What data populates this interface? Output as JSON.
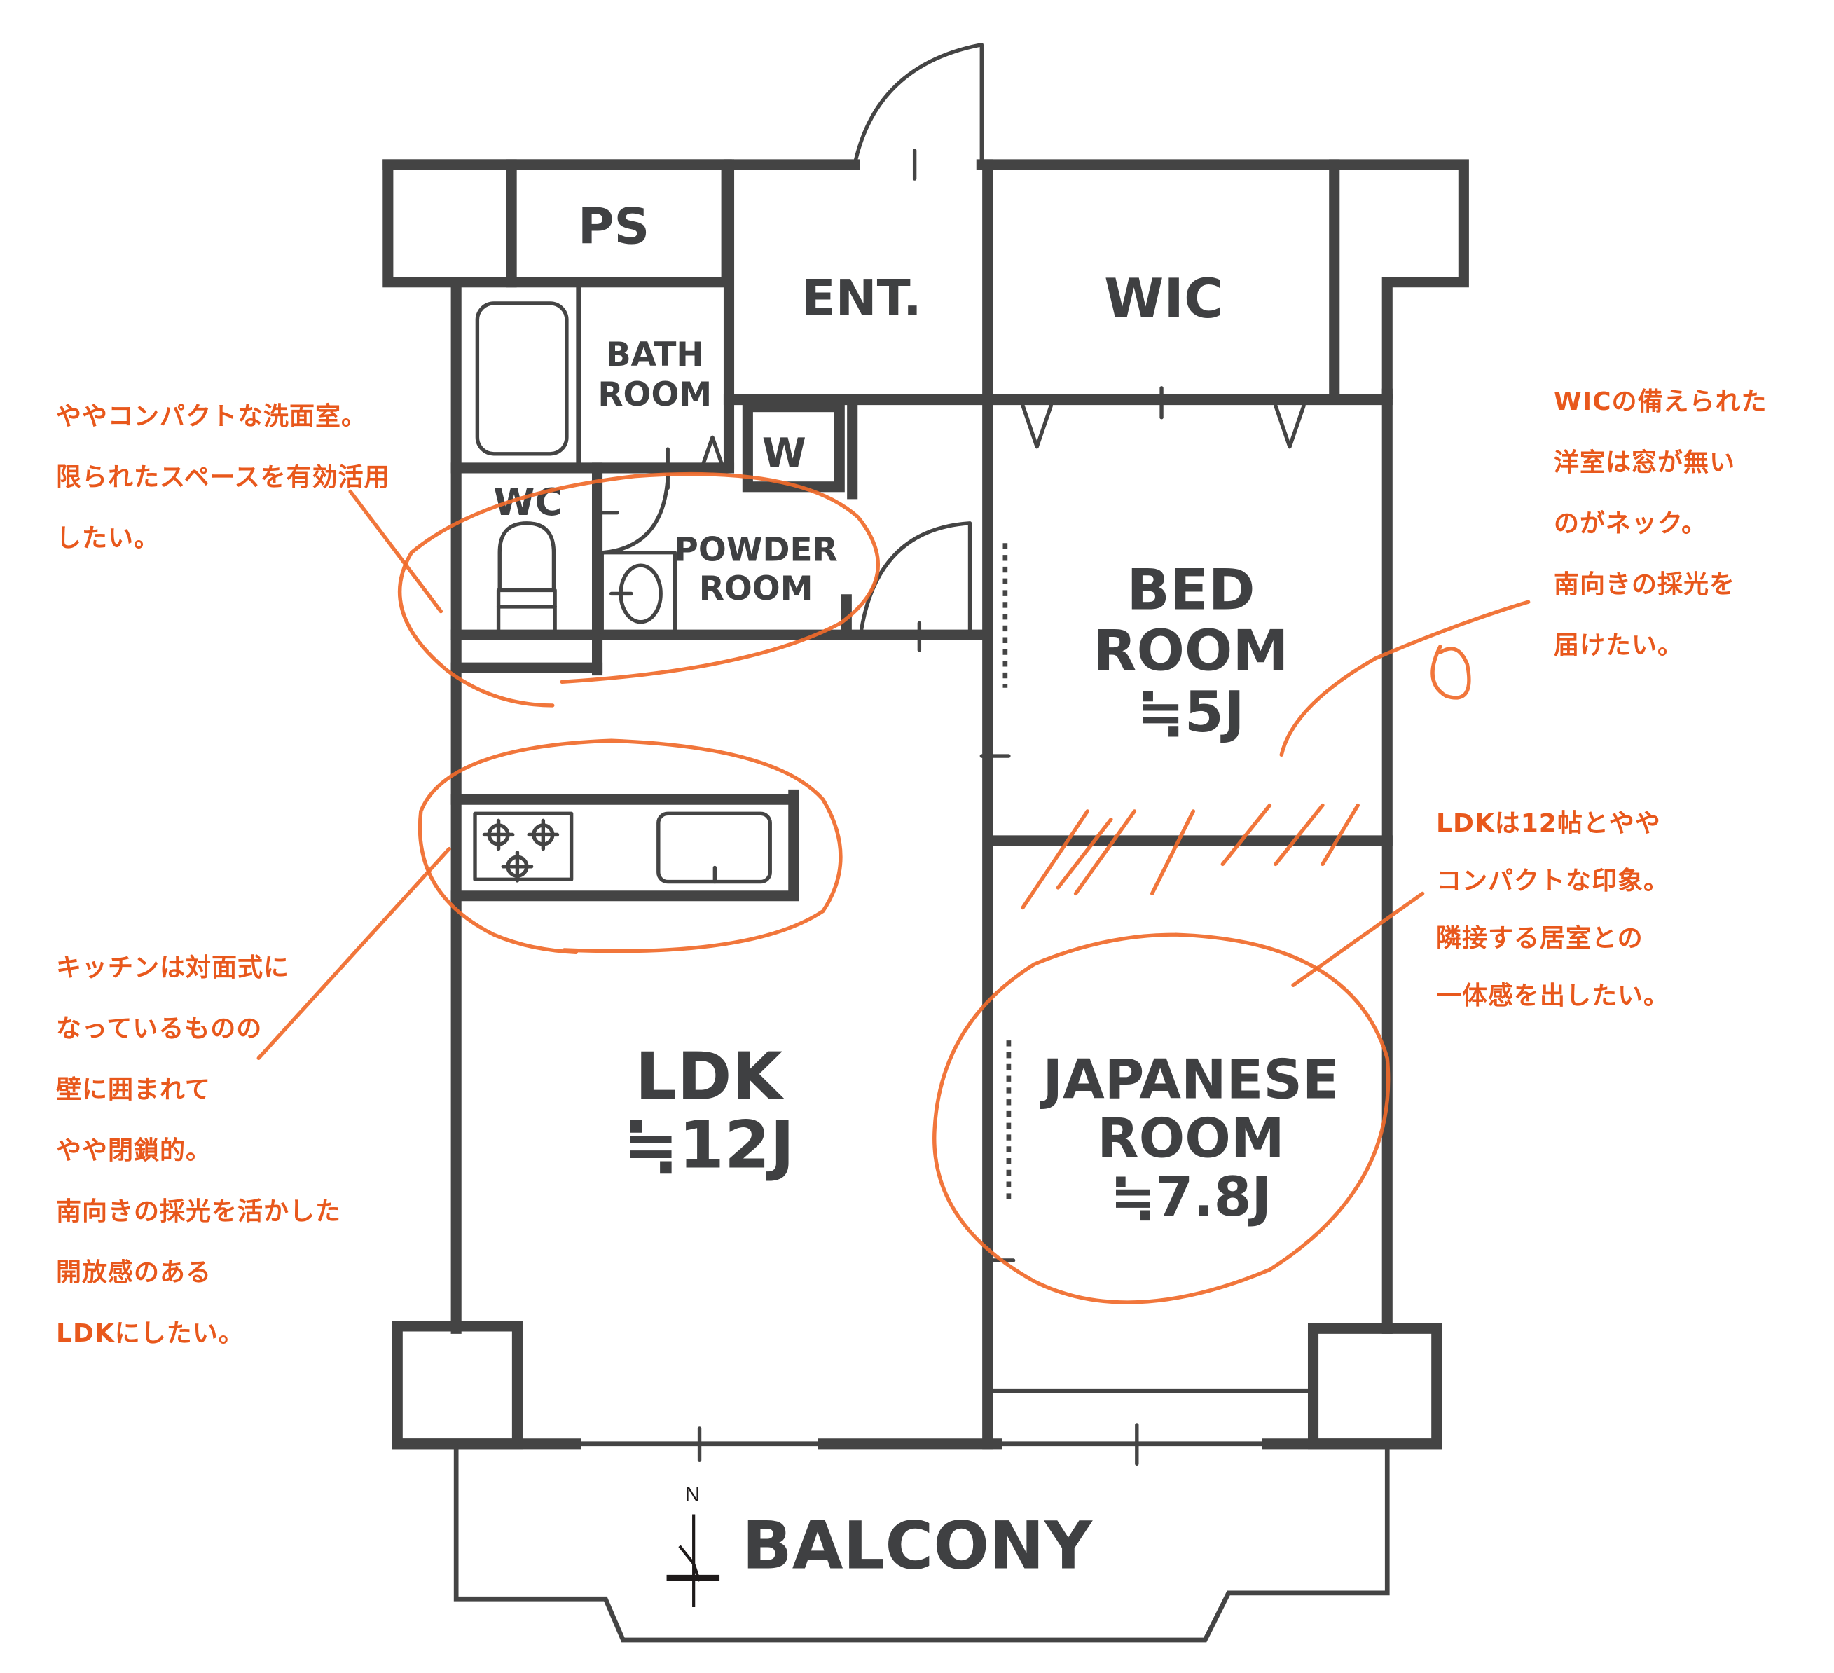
{
  "floor_plan": {
    "rooms": {
      "ps": {
        "label": "PS"
      },
      "entrance": {
        "label": "ENT."
      },
      "wic": {
        "label": "WIC"
      },
      "bathroom": {
        "line1": "BATH",
        "line2": "ROOM"
      },
      "washer": {
        "label": "W"
      },
      "wc": {
        "label": "WC"
      },
      "powder_room": {
        "line1": "POWDER",
        "line2": "ROOM"
      },
      "bedroom": {
        "line1": "BED",
        "line2": "ROOM",
        "area": "≒5J"
      },
      "ldk": {
        "line1": "LDK",
        "area": "≒12J"
      },
      "japanese_room": {
        "line1": "JAPANESE",
        "line2": "ROOM",
        "area": "≒7.8J"
      },
      "balcony": {
        "label": "BALCONY"
      }
    },
    "compass": {
      "label": "N"
    }
  },
  "notes": {
    "powder_room_note": [
      "ややコンパクトな洗面室。",
      "限られたスペースを有効活用",
      "したい。"
    ],
    "kitchen_note": [
      "キッチンは対面式に",
      "なっているものの",
      "壁に囲まれて",
      "やや閉鎖的。",
      "南向きの採光を活かした",
      "開放感のある",
      "LDKにしたい。"
    ],
    "bedroom_note": [
      "WICの備えられた",
      "洋室は窓が無い",
      "のがネック。",
      "南向きの採光を",
      "届けたい。"
    ],
    "ldk_note": [
      "LDKは12帖とやや",
      "コンパクトな印象。",
      "隣接する居室との",
      "一体感を出したい。"
    ]
  },
  "colors": {
    "wall": "#444444",
    "annotation": "#f06a2a",
    "note_text": "#e8581c",
    "label": "#3f4042"
  }
}
